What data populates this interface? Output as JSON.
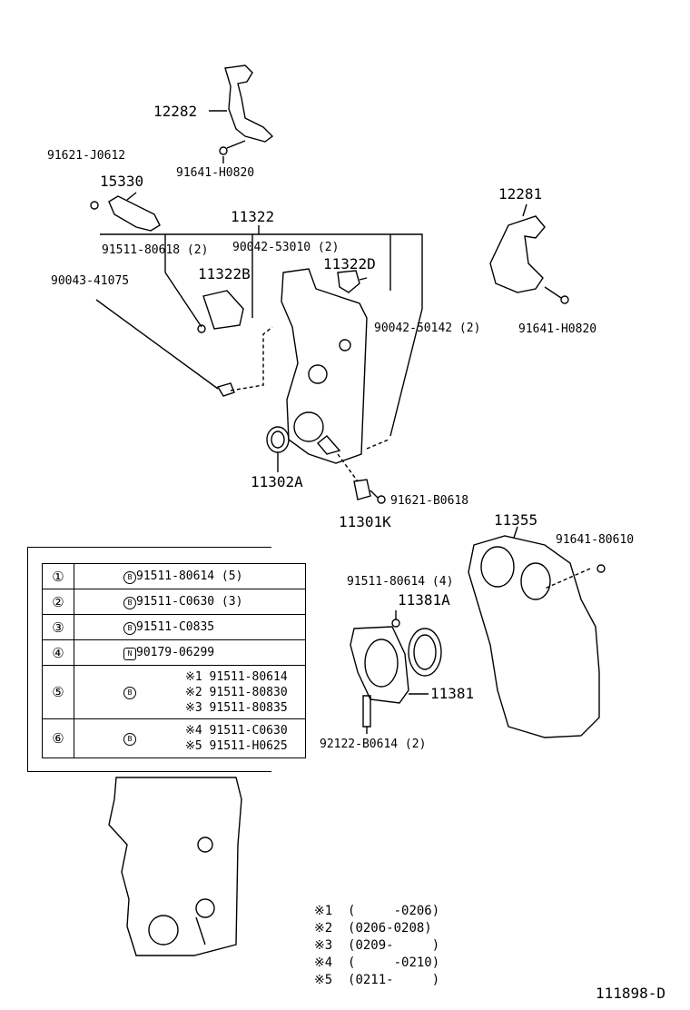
{
  "labels": {
    "p12282": "12282",
    "p91641_h0820_a": "91641-H0820",
    "p91621_j0612": "91621-J0612",
    "p15330": "15330",
    "p12281": "12281",
    "p11322": "11322",
    "p91511_80618": "91511-80618 (2)",
    "p90042_53010": "90042-53010 (2)",
    "p11322d": "11322D",
    "p11322b": "11322B",
    "p90043_41075": "90043-41075",
    "p91641_h0820_b": "91641-H0820",
    "p90042_50142": "90042-50142 (2)",
    "p11302a": "11302A",
    "p91621_b0618": "91621-B0618",
    "p11301k": "11301K",
    "p11355": "11355",
    "p91641_80610": "91641-80610",
    "p91511_80614": "91511-80614 (4)",
    "p11381a": "11381A",
    "p11381": "11381",
    "p92122_b0614": "92122-B0614 (2)"
  },
  "legend": [
    {
      "num": "①",
      "lines": [
        "91511-80614 (5)"
      ]
    },
    {
      "num": "②",
      "lines": [
        "91511-C0630 (3)"
      ]
    },
    {
      "num": "③",
      "lines": [
        "91511-C0835"
      ]
    },
    {
      "num": "④",
      "lines": [
        "90179-06299"
      ]
    },
    {
      "num": "⑤",
      "lines": [
        "※1 91511-80614",
        "※2 91511-80830",
        "※3 91511-80835"
      ]
    },
    {
      "num": "⑥",
      "lines": [
        "※4 91511-C0630",
        "※5 91511-H0625"
      ]
    }
  ],
  "notes": [
    "※1  (     -0206)",
    "※2  (0206-0208)",
    "※3  (0209-     )",
    "※4  (     -0210)",
    "※5  (0211-     )"
  ],
  "diagram_code": "111898-D"
}
